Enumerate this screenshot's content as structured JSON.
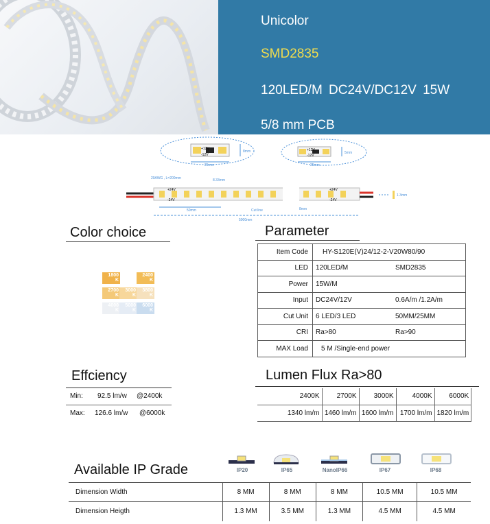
{
  "header": {
    "type": "Unicolor",
    "chip": "SMD2835",
    "specs": "120LED/M   DC24V/DC12V   15W",
    "pcb": "5/8 mm PCB",
    "accent_color": "#f0dc4e",
    "band_color": "#317aa6"
  },
  "diagram": {
    "top_left": {
      "plus": "+12V",
      "minus": "-12V",
      "width": "25mm",
      "height": "8mm"
    },
    "top_right": {
      "plus": "+12V",
      "minus": "-12V",
      "width": "25mm",
      "height": "5mm"
    },
    "wire": "20AWG , L=200mm",
    "pitch": "8.33mm",
    "plus24": "+24V",
    "minus24": "-24V",
    "unit_len": "50mm",
    "cut": "Cut line",
    "reel": "5000mm",
    "small": "8mm",
    "thickness": "1.3mm"
  },
  "color_choice": {
    "title": "Color choice",
    "chips": [
      {
        "value": "1800",
        "unit": "K",
        "color": "#f0b24a"
      },
      {
        "value": "2400",
        "unit": "K",
        "color": "#f2bc56"
      },
      {
        "value": "2700",
        "unit": "K",
        "color": "#f4c978"
      },
      {
        "value": "3000",
        "unit": "K",
        "color": "#f7d79b"
      },
      {
        "value": "3800",
        "unit": "K",
        "color": "#f6e1bd"
      },
      {
        "value": "4000",
        "unit": "K",
        "color": "#edf0f4"
      },
      {
        "value": "5000",
        "unit": "K",
        "color": "#e5ecf5"
      },
      {
        "value": "6000",
        "unit": "K",
        "color": "#c9dcef"
      }
    ]
  },
  "parameter": {
    "title": "Parameter",
    "rows": [
      {
        "key": "Item Code",
        "v1": "HY-S120E(V)24/12-2-V20W80/90",
        "v2": ""
      },
      {
        "key": "LED",
        "v1": "120LED/M",
        "v2": "SMD2835"
      },
      {
        "key": "Power",
        "v1": "15W/M",
        "v2": ""
      },
      {
        "key": "Input",
        "v1": "DC24V/12V",
        "v2": "0.6A/m /1.2A/m"
      },
      {
        "key": "Cut Unit",
        "v1": "6 LED/3 LED",
        "v2": "50MM/25MM"
      },
      {
        "key": "CRI",
        "v1": "Ra>80",
        "v2": "Ra>90"
      },
      {
        "key": "MAX Load",
        "v1": "5 M /Single-end power",
        "v2": ""
      }
    ]
  },
  "efficiency": {
    "title": "Effciency",
    "rows": [
      {
        "label": "Min:",
        "value": "92.5 lm/w",
        "cct": "@2400k"
      },
      {
        "label": "Max:",
        "value": "126.6 lm/w",
        "cct": "@6000k"
      }
    ]
  },
  "lumen": {
    "title": "Lumen Flux   Ra>80",
    "headers": [
      "2400K",
      "2700K",
      "3000K",
      "4000K",
      "6000K"
    ],
    "values": [
      "1340 lm/m",
      "1460 lm/m",
      "1600 lm/m",
      "1700 lm/m",
      "1820 lm/m"
    ]
  },
  "ip": {
    "title": "Available IP Grade",
    "grades": [
      "IP20",
      "IP65",
      "NanoIP66",
      "IP67",
      "IP68"
    ],
    "rows": [
      {
        "name": "Dimension Width",
        "values": [
          "8 MM",
          "8 MM",
          "8 MM",
          "10.5 MM",
          "10.5 MM"
        ]
      },
      {
        "name": "Dimension Heigth",
        "values": [
          "1.3 MM",
          "3.5 MM",
          "1.3 MM",
          "4.5  MM",
          "4.5  MM"
        ]
      }
    ]
  }
}
